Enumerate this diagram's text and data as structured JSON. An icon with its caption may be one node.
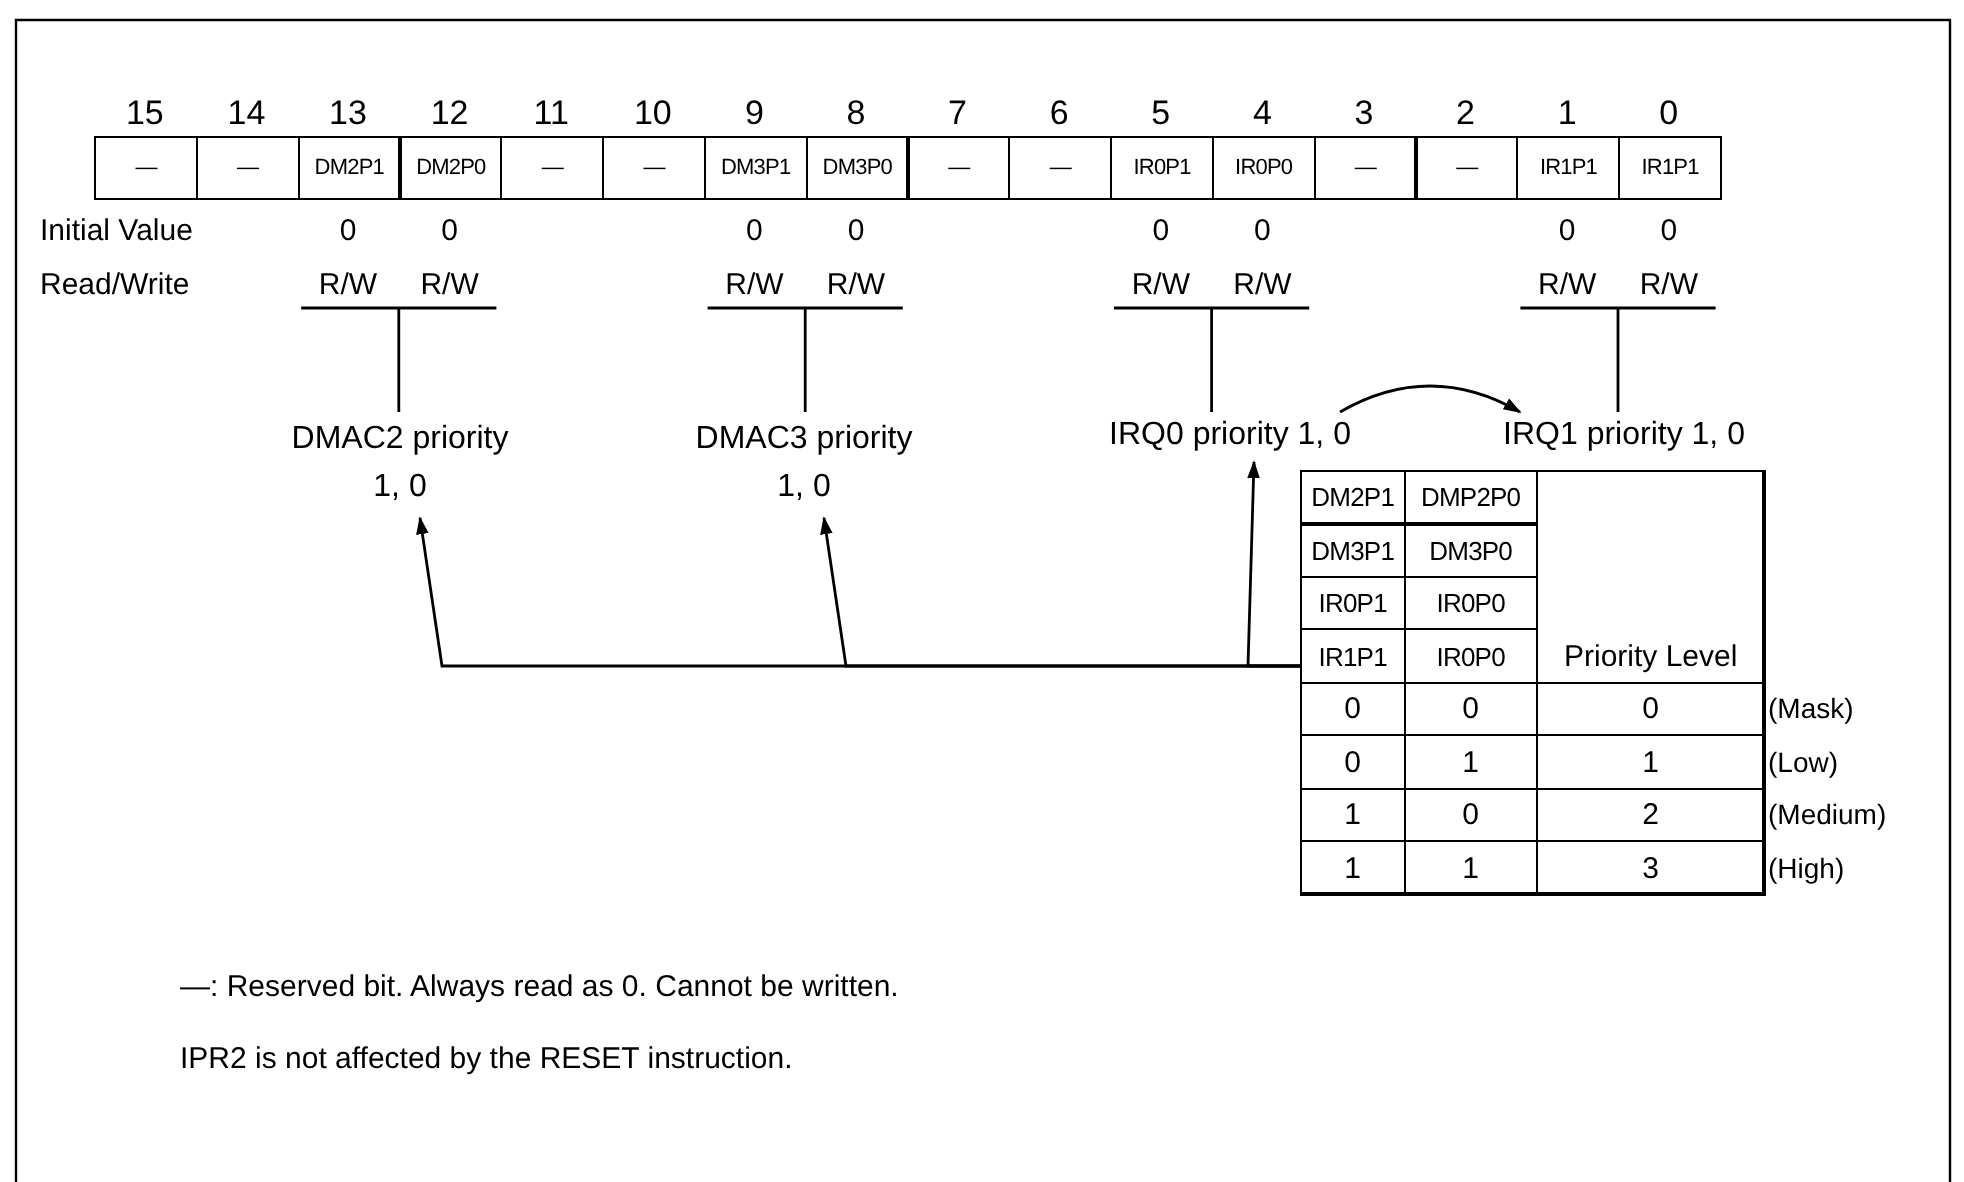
{
  "diagram": {
    "nodes": [
      {
        "text": [
          "DMAC2 priority 1, 0"
        ]
      },
      {
        "text": [
          "DMAC3 priority 1, 0"
        ]
      },
      {
        "text": [
          "IRQ0 priority 1, 0"
        ]
      },
      {
        "text": [
          "IRQ1 priority 1, 0"
        ]
      },
      {
        "text": [],
        "shape": "box"
      }
    ],
    "edges": [
      {
        "from": 4,
        "to": 0,
        "arrow": "to"
      },
      {
        "from": 4,
        "to": 1,
        "arrow": "to"
      },
      {
        "from": 4,
        "to": 2,
        "arrow": "to"
      },
      {
        "from": 2,
        "to": 3,
        "arrow": "to"
      }
    ],
    "labels": [
      "15",
      "14",
      "13",
      "12",
      "11",
      "10",
      "9",
      "8",
      "7",
      "6",
      "5",
      "4",
      "3",
      "2",
      "1",
      "0",
      "—",
      "—",
      "DM2P1",
      "DM2P0",
      "—",
      "—",
      "DM3P1",
      "DM3P0",
      "—",
      "—",
      "IR0P1",
      "IR0P0",
      "—",
      "—",
      "IR1P1",
      "IR1P1",
      "Initial Value",
      "0",
      "0",
      "0",
      "0",
      "0",
      "0",
      "0",
      "0",
      "Read/Write",
      "R/W",
      "R/W",
      "R/W",
      "R/W",
      "R/W",
      "R/W",
      "R/W",
      "R/W",
      "DM2P1",
      "DMP2P0",
      "DM3P1",
      "DM3P0",
      "IR0P1",
      "IR0P0",
      "IR1P1",
      "IR0P0",
      "Priority Level",
      "0",
      "0",
      "0",
      "(Mask)",
      "0",
      "1",
      "1",
      "(Low)",
      "1",
      "0",
      "2",
      "(Medium)",
      "1",
      "1",
      "3",
      "(High)",
      "—: Reserved bit. Always read as 0. Cannot be written.",
      "IPR2 is not affected by the RESET instruction."
    ]
  }
}
